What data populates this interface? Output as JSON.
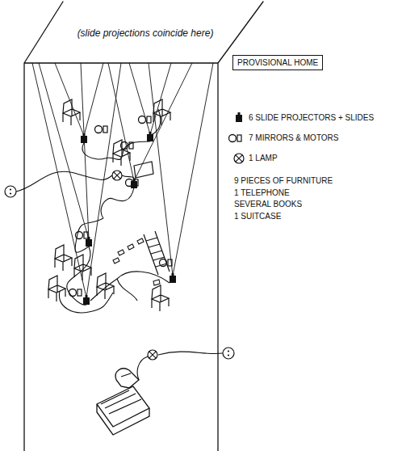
{
  "diagram": {
    "nodes": [
      {
        "text": [
          "PROVISIONAL HOME"
        ]
      }
    ],
    "labels": [
      "(slide projections coincide here)",
      "9 PIECES OF FURNITURE",
      "1 TELEPHONE",
      "SEVERAL BOOKS",
      "1 SUITCASE"
    ],
    "legend": [
      {
        "text": "6 SLIDE PROJECTORS + SLIDES"
      },
      {
        "text": "7 MIRRORS & MOTORS"
      },
      {
        "text": "1 LAMP"
      }
    ]
  }
}
